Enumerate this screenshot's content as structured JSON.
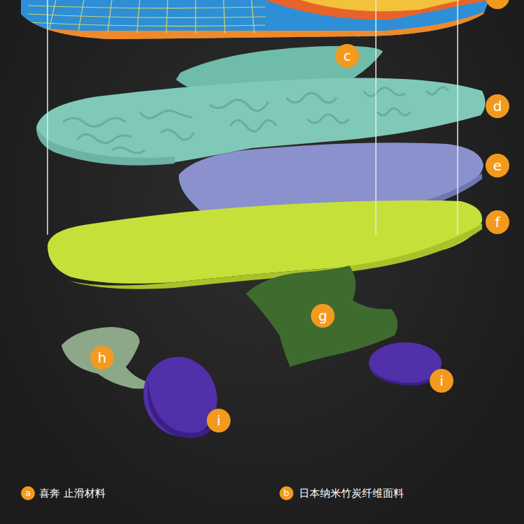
{
  "diagram": {
    "labels": [
      "c",
      "d",
      "e",
      "f",
      "g",
      "h",
      "i",
      "i",
      "a",
      "喜奔 止滑材料",
      "b",
      "日本纳米竹炭纤维面料"
    ]
  }
}
